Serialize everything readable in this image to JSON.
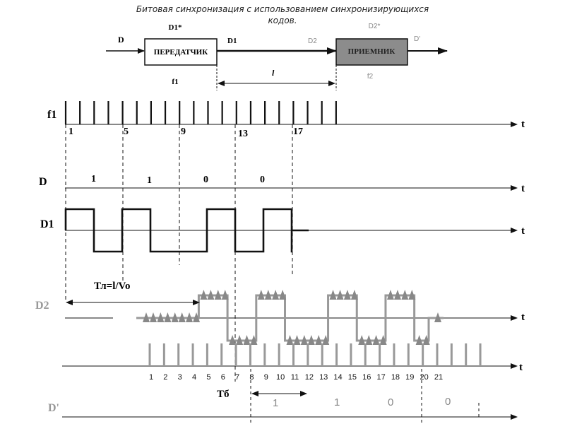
{
  "title_line1": "Битовая синхронизация  с использованием  синхронизирующихся",
  "title_line2": "кодов.",
  "block": {
    "transmitter": "ПЕРЕДАТЧИК",
    "receiver": "ПРИЕМНИК",
    "in_D": "D",
    "D1_star": "D1*",
    "D1": "D1",
    "D2": "D2",
    "D2_star": "D2*",
    "D_prime": "D'",
    "f1": "f1",
    "f2": "f2",
    "l": "l"
  },
  "rows": {
    "f1": "f1",
    "D": "D",
    "D1": "D1",
    "D2": "D2",
    "D_prime": "D'",
    "t": "t"
  },
  "f1_ticks": [
    "1",
    "5",
    "9",
    "13",
    "17"
  ],
  "D_bits": [
    "1",
    "1",
    "0",
    "0"
  ],
  "D1_levels": [
    1,
    0,
    1,
    0,
    0,
    1,
    0,
    1,
    0
  ],
  "D2_levels": [
    0,
    0,
    0,
    0,
    1,
    1,
    0,
    0,
    1,
    1,
    0,
    0,
    0,
    1,
    1,
    0,
    0,
    1,
    1,
    0
  ],
  "tl_label": "Тл=l/Vo",
  "bottom_ticks": [
    "1",
    "2",
    "3",
    "4",
    "5",
    "6",
    "7",
    "8",
    "9",
    "10",
    "11",
    "12",
    "13",
    "14",
    "15",
    "16",
    "17",
    "18",
    "19",
    "20",
    "21"
  ],
  "tb_label": "Тб",
  "Dp_bits": [
    "1",
    "1",
    "0",
    "0"
  ]
}
